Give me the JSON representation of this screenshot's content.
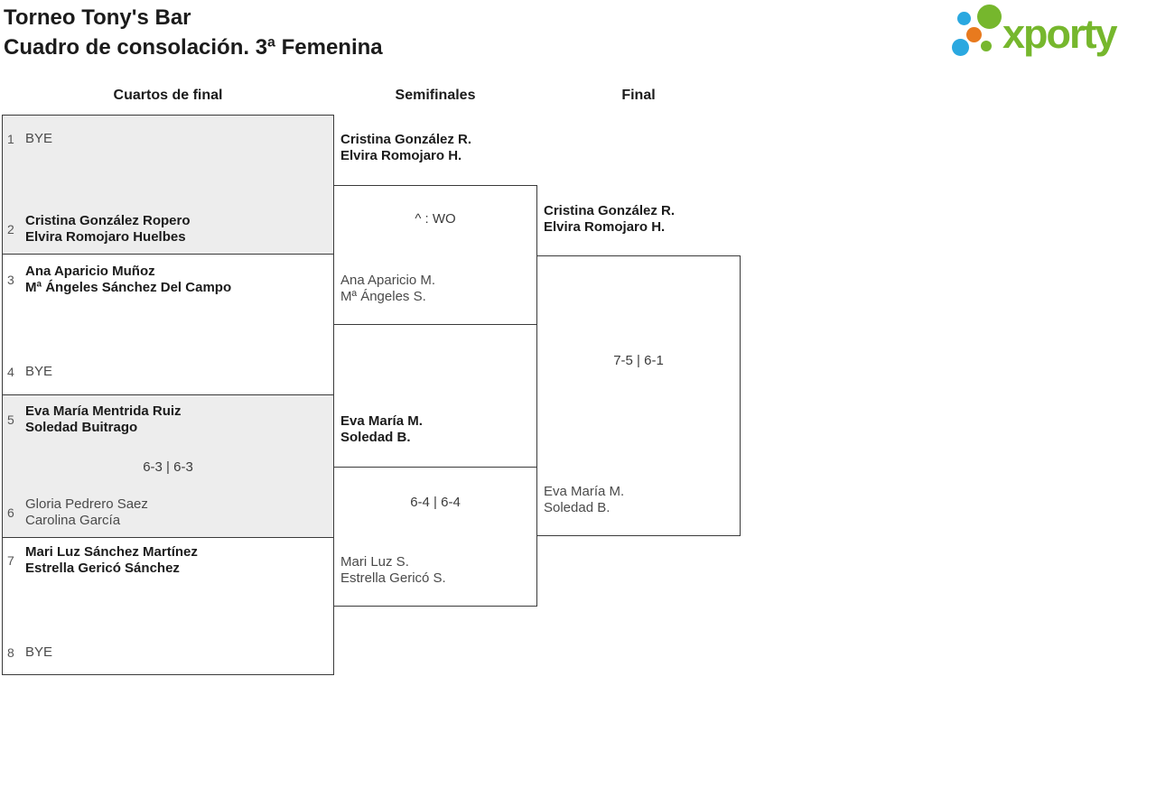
{
  "page": {
    "title_line1": "Torneo Tony's Bar",
    "title_line2": "Cuadro de consolación. 3ª Femenina"
  },
  "logo": {
    "wordmark": "xporty",
    "colors": {
      "green": "#76b72d",
      "blue": "#2aa8e0",
      "orange": "#e87a1e"
    }
  },
  "round_headers": {
    "quarterfinals": "Cuartos de final",
    "semifinals": "Semifinales",
    "final": "Final"
  },
  "quarterfinals": [
    {
      "top": {
        "seed": "1",
        "line1": "BYE",
        "line2": ""
      },
      "bottom": {
        "seed": "2",
        "line1": "Cristina González Ropero",
        "line2": "Elvira Romojaro Huelbes"
      },
      "score": ""
    },
    {
      "top": {
        "seed": "3",
        "line1": "Ana Aparicio Muñoz",
        "line2": "Mª Ángeles Sánchez Del Campo"
      },
      "bottom": {
        "seed": "4",
        "line1": "BYE",
        "line2": ""
      },
      "score": ""
    },
    {
      "top": {
        "seed": "5",
        "line1": "Eva María Mentrida Ruiz",
        "line2": "Soledad Buitrago"
      },
      "bottom": {
        "seed": "6",
        "line1": "Gloria Pedrero Saez",
        "line2": "Carolina García"
      },
      "score": "6-3 | 6-3"
    },
    {
      "top": {
        "seed": "7",
        "line1": "Mari Luz Sánchez Martínez",
        "line2": "Estrella Gericó Sánchez"
      },
      "bottom": {
        "seed": "8",
        "line1": "BYE",
        "line2": ""
      },
      "score": ""
    }
  ],
  "semifinals": [
    {
      "top": {
        "line1": "Cristina González R.",
        "line2": "Elvira Romojaro H."
      },
      "bottom": {
        "line1": "Ana Aparicio M.",
        "line2": "Mª Ángeles S."
      },
      "score": "^ : WO"
    },
    {
      "top": {
        "line1": "Eva María M.",
        "line2": "Soledad B."
      },
      "bottom": {
        "line1": "Mari Luz S.",
        "line2": "Estrella Gericó S."
      },
      "score": "6-4 | 6-4"
    }
  ],
  "final": {
    "top": {
      "line1": "Cristina González R.",
      "line2": "Elvira Romojaro H."
    },
    "bottom": {
      "line1": "Eva María M.",
      "line2": "Soledad B."
    },
    "score": "7-5 | 6-1"
  }
}
